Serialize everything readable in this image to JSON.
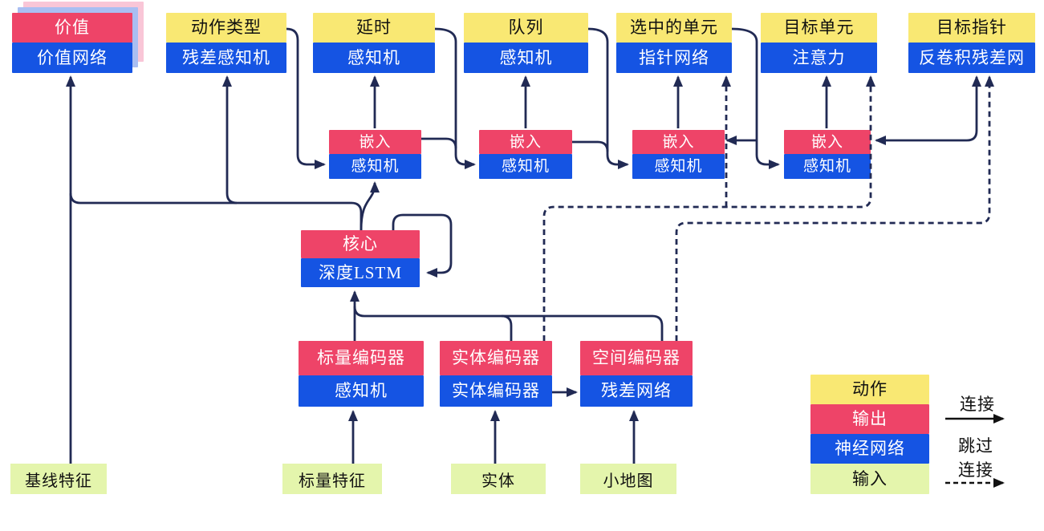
{
  "figure": {
    "description": "agent architecture diagram",
    "palette": {
      "action_yellow": "#F9E873",
      "output_pink": "#EE4468",
      "network_blue": "#1554E3",
      "input_green": "#E4F5AC",
      "wire_navy": "#212A54",
      "stack_shadow_pink": "#F9C6D7",
      "stack_shadow_blue": "#A9BEF2"
    }
  },
  "nodes": {
    "value": {
      "top": "价值",
      "bottom": "价值网络"
    },
    "action_type": {
      "top": "动作类型",
      "bottom": "残差感知机"
    },
    "delay": {
      "top": "延时",
      "bottom": "感知机"
    },
    "queue": {
      "top": "队列",
      "bottom": "感知机"
    },
    "selected_units": {
      "top": "选中的单元",
      "bottom": "指针网络"
    },
    "target_unit": {
      "top": "目标单元",
      "bottom": "注意力"
    },
    "target_pointer": {
      "top": "目标指针",
      "bottom": "反卷积残差网"
    },
    "embed1": {
      "top": "嵌入",
      "bottom": "感知机"
    },
    "embed2": {
      "top": "嵌入",
      "bottom": "感知机"
    },
    "embed3": {
      "top": "嵌入",
      "bottom": "感知机"
    },
    "embed4": {
      "top": "嵌入",
      "bottom": "感知机"
    },
    "core": {
      "top": "核心",
      "bottom": "深度LSTM"
    },
    "scalar_encoder": {
      "top": "标量编码器",
      "bottom": "感知机"
    },
    "entity_encoder": {
      "top": "实体编码器",
      "bottom": "实体编码器"
    },
    "spatial_encoder": {
      "top": "空间编码器",
      "bottom": "残差网络"
    },
    "baseline_features": {
      "label": "基线特征"
    },
    "scalar_features": {
      "label": "标量特征"
    },
    "entities": {
      "label": "实体"
    },
    "minimap": {
      "label": "小地图"
    }
  },
  "legend": {
    "action": "动作",
    "output": "输出",
    "network": "神经网络",
    "input": "输入",
    "connection": "连接",
    "skip_line1": "跳过",
    "skip_line2": "连接"
  }
}
